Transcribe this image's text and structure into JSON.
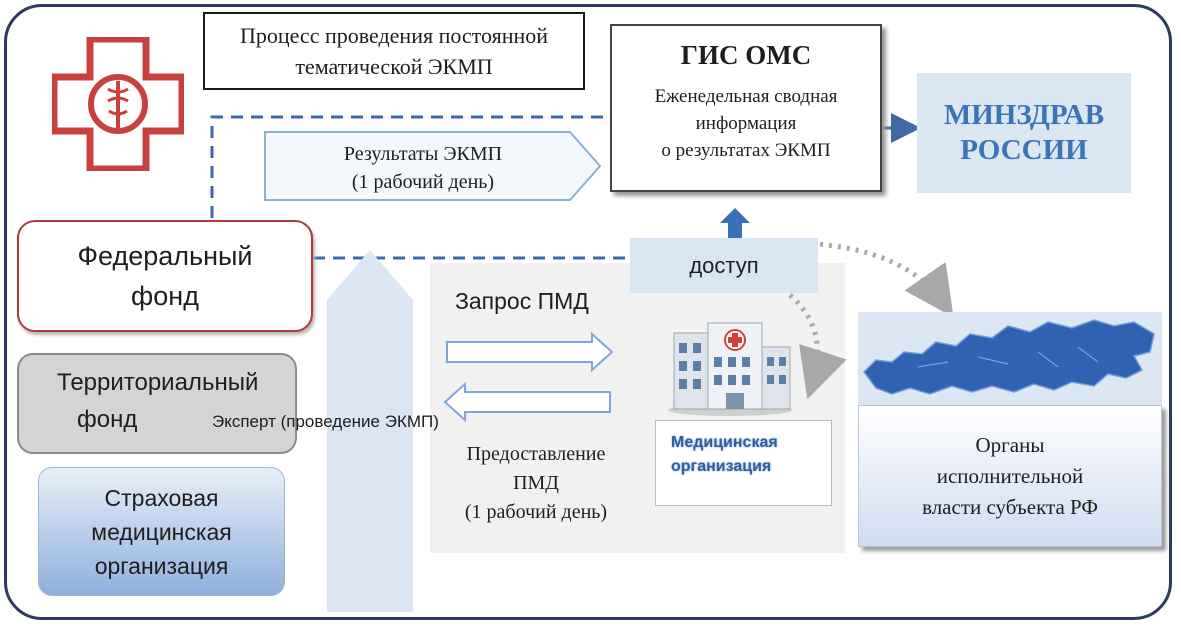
{
  "title_box": {
    "line1": "Процесс проведения постоянной",
    "line2": "тематической ЭКМП"
  },
  "gis": {
    "title": "ГИС ОМС",
    "line1": "Еженедельная сводная",
    "line2": "информация",
    "line3": "о результатах ЭКМП"
  },
  "minzdrav": {
    "line1": "МИНЗДРАВ",
    "line2": "РОССИИ"
  },
  "results": {
    "line1": "Результаты ЭКМП",
    "line2": "(1 рабочий день)"
  },
  "federal": {
    "line1": "Федеральный",
    "line2": "фонд"
  },
  "territorial": {
    "line1": "Территориальный",
    "line2": "фонд"
  },
  "expert": {
    "label": "Эксперт (проведение ЭКМП)"
  },
  "insurer": {
    "line1": "Страховая",
    "line2": "медицинская",
    "line3": "организация"
  },
  "access": {
    "label": "доступ"
  },
  "request": {
    "label": "Запрос ПМД"
  },
  "provide": {
    "line1": "Предоставление",
    "line2": "ПМД",
    "line3": "(1 рабочий день)"
  },
  "med_org": {
    "line1": "Медицинская",
    "line2": "организация"
  },
  "organs": {
    "line1": "Органы",
    "line2": "исполнительной",
    "line3": "власти субъекта РФ"
  },
  "colors": {
    "frame": "#2a3c5a",
    "accent_blue": "#3b74b9",
    "dash_blue": "#3f6aa8",
    "red_cross": "#c8413f"
  },
  "icons": [
    "medical-cross-logo-icon",
    "hospital-building-icon",
    "russia-map-icon"
  ]
}
